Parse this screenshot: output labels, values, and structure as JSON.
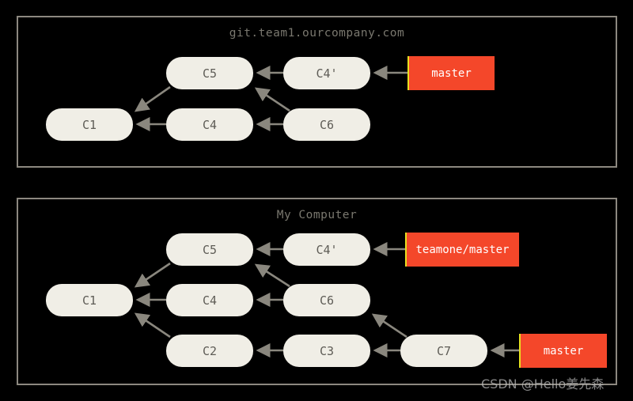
{
  "figure": {
    "background_color": "#000000",
    "node_fill": "#f0eee6",
    "node_text_color": "#5e5c56",
    "ref_color": "#f4472a",
    "ref_text_color": "#ffffff",
    "panel_border_color": "#8c8880",
    "arrow_color": "#8a877e"
  },
  "panels": [
    {
      "title": "git.team1.ourcompany.com",
      "nodes": [
        {
          "label": "C5"
        },
        {
          "label": "C4'"
        },
        {
          "label": "C1"
        },
        {
          "label": "C4"
        },
        {
          "label": "C6"
        }
      ],
      "refs": [
        {
          "label": "master"
        }
      ]
    },
    {
      "title": "My Computer",
      "nodes": [
        {
          "label": "C5"
        },
        {
          "label": "C4'"
        },
        {
          "label": "C1"
        },
        {
          "label": "C4"
        },
        {
          "label": "C6"
        },
        {
          "label": "C2"
        },
        {
          "label": "C3"
        },
        {
          "label": "C7"
        }
      ],
      "refs": [
        {
          "label": "teamone/master"
        },
        {
          "label": "master"
        }
      ]
    }
  ],
  "watermark": "CSDN @Hello姜先森"
}
